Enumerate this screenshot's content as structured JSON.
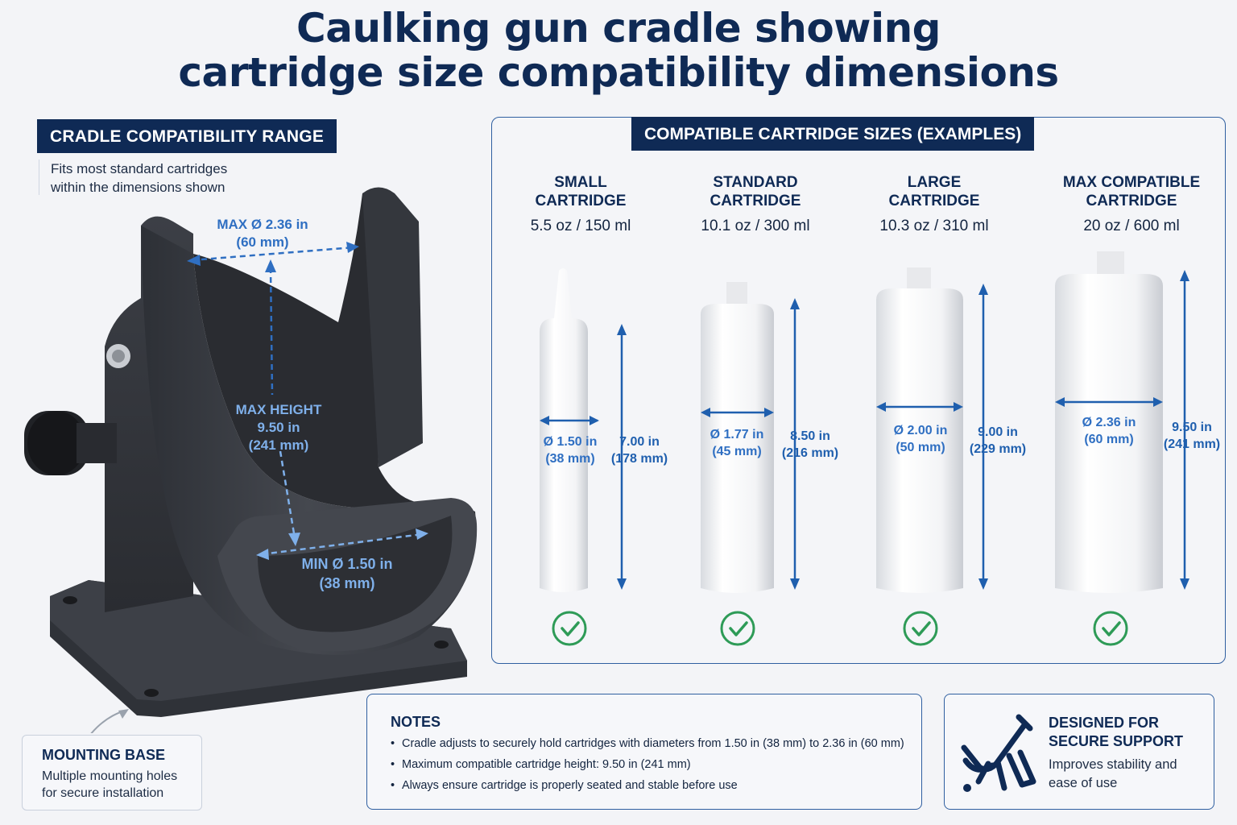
{
  "title": {
    "line1": "Caulking gun cradle showing",
    "line2": "cartridge size compatibility dimensions"
  },
  "range": {
    "badge": "CRADLE COMPATIBILITY RANGE",
    "line1": "Fits most standard cartridges",
    "line2": "within the dimensions shown"
  },
  "cradle": {
    "max_dia_1": "MAX Ø 2.36 in",
    "max_dia_2": "(60 mm)",
    "max_h_1": "MAX HEIGHT",
    "max_h_2": "9.50 in",
    "max_h_3": "(241 mm)",
    "min_dia_1": "MIN Ø 1.50 in",
    "min_dia_2": "(38 mm)"
  },
  "mount": {
    "title": "MOUNTING BASE",
    "line1": "Multiple mounting holes",
    "line2": "for secure installation"
  },
  "cartridges_badge": "COMPATIBLE CARTRIDGE SIZES (EXAMPLES)",
  "cartridges": [
    {
      "name1": "SMALL",
      "name2": "CARTRIDGE",
      "volume": "5.5 oz / 150 ml",
      "dia_in": "Ø 1.50 in",
      "dia_mm": "(38 mm)",
      "h_in": "7.00 in",
      "h_mm": "(178 mm)",
      "compatible": true
    },
    {
      "name1": "STANDARD",
      "name2": "CARTRIDGE",
      "volume": "10.1 oz / 300 ml",
      "dia_in": "Ø 1.77 in",
      "dia_mm": "(45 mm)",
      "h_in": "8.50 in",
      "h_mm": "(216 mm)",
      "compatible": true
    },
    {
      "name1": "LARGE",
      "name2": "CARTRIDGE",
      "volume": "10.3 oz / 310 ml",
      "dia_in": "Ø 2.00 in",
      "dia_mm": "(50 mm)",
      "h_in": "9.00 in",
      "h_mm": "(229 mm)",
      "compatible": true
    },
    {
      "name1": "MAX COMPATIBLE",
      "name2": "CARTRIDGE",
      "volume": "20 oz / 600 ml",
      "dia_in": "Ø 2.36 in",
      "dia_mm": "(60 mm)",
      "h_in": "9.50 in",
      "h_mm": "(241 mm)",
      "compatible": true
    }
  ],
  "notes": {
    "title": "NOTES",
    "items": [
      "Cradle adjusts to securely hold cartridges with diameters from 1.50 in (38 mm) to 2.36 in (60 mm)",
      "Maximum compatible cartridge height: 9.50 in (241 mm)",
      "Always ensure cartridge is properly seated and stable before use"
    ]
  },
  "support": {
    "title1": "DESIGNED FOR",
    "title2": "SECURE SUPPORT",
    "line1": "Improves stability and",
    "line2": "ease of use",
    "icon": "caulking-gun-icon"
  },
  "colors": {
    "navy": "#0f2a55",
    "accent_blue": "#2f6fc2",
    "check_green": "#2e9b57",
    "cradle_dark": "#3a3d44"
  }
}
